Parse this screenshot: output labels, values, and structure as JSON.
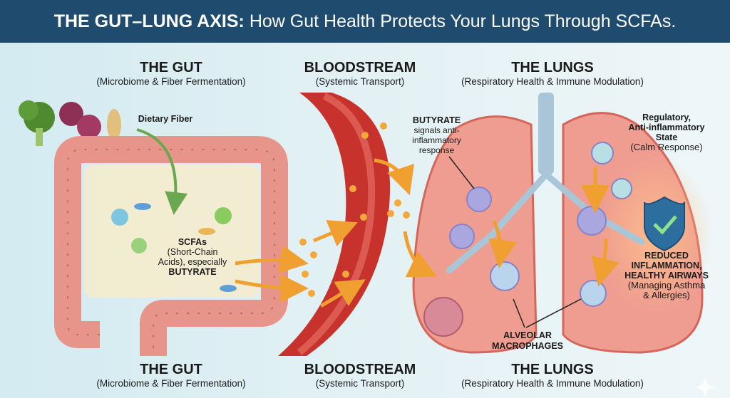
{
  "header": {
    "title_bold": "THE GUT–LUNG AXIS:",
    "title_rest": "How Gut Health Protects Your Lungs Through SCFAs."
  },
  "columns": {
    "gut": {
      "title": "THE GUT",
      "subtitle": "(Microbiome & Fiber Fermentation)"
    },
    "blood": {
      "title": "BLOODSTREAM",
      "subtitle": "(Systemic Transport)"
    },
    "lungs": {
      "title": "THE LUNGS",
      "subtitle": "(Respiratory Health & Immune Modulation)"
    }
  },
  "labels": {
    "fiber": "Dietary Fiber",
    "scfa_title": "SCFAs",
    "scfa_line1": "(Short-Chain",
    "scfa_line2": "Acids), especially",
    "scfa_butyrate": "BUTYRATE",
    "butyrate_title": "BUTYRATE",
    "butyrate_l1": "signals anti-",
    "butyrate_l2": "inflammatory",
    "butyrate_l3": "response",
    "reg_l1": "Regulatory,",
    "reg_l2": "Anti-inflammatory",
    "reg_l3": "State",
    "reg_sub": "(Calm Response)",
    "red_l1": "REDUCED",
    "red_l2": "INFLAMMATION,",
    "red_l3": "HEALTHY AIRWAYS",
    "red_sub1": "(Managing Asthma",
    "red_sub2": "& Allergies)",
    "alv_l1": "ALVEOLAR",
    "alv_l2": "MACROPHAGES"
  },
  "colors": {
    "header": "#1f4b6e",
    "gut": "#e9958c",
    "blood": "#c8322c",
    "lung": "#ef9d90",
    "arrow": "#f0a030",
    "macrophage": "#a9a6e0"
  }
}
